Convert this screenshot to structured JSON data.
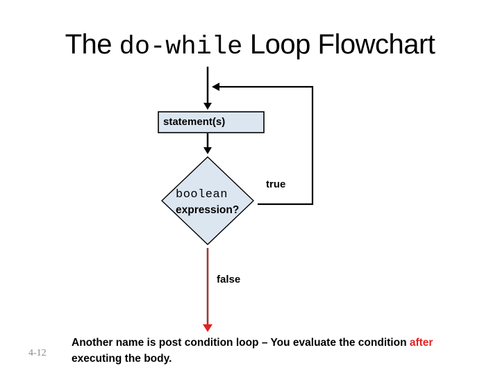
{
  "slide": {
    "title": {
      "prefix": "The ",
      "code": "do-while",
      "suffix": " Loop Flowchart"
    },
    "flowchart": {
      "statement_box_label": "statement(s)",
      "decision_line1": "boolean",
      "decision_line2": "expression?",
      "true_label": "true",
      "false_label": "false"
    },
    "note": {
      "line1_text": "Another name is post condition loop – You evaluate the condition",
      "highlight": "after",
      "line2_text": "executing the body."
    },
    "slide_number": "4-12",
    "colors": {
      "shape_fill": "#dce6f1",
      "shape_border": "#000000",
      "connector_black": "#000000",
      "red_arrow_line": "#9c3a36",
      "red_arrow_head": "#e32222",
      "highlight_red": "#e32222",
      "slide_number_gray": "#8a8a8a"
    }
  }
}
